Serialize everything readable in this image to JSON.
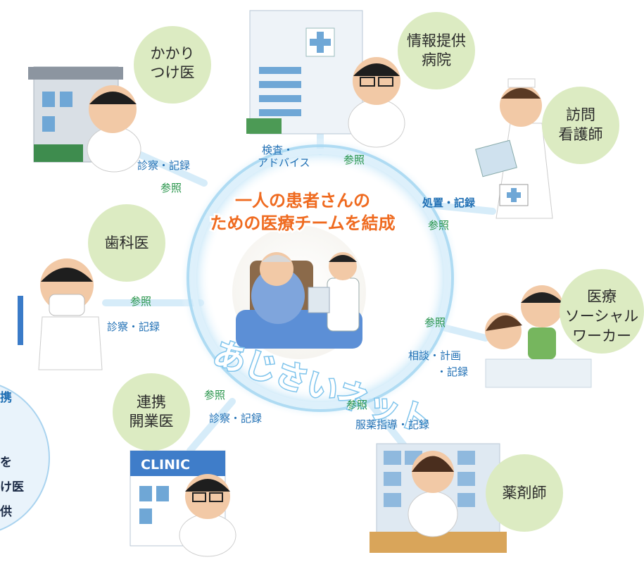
{
  "title_lines": [
    "一人の患者さんの",
    "ための医療チームを結成"
  ],
  "network_name": "あじさいネット",
  "roles": {
    "kakaritsuke": [
      "かかり",
      "つけ医"
    ],
    "joho": [
      "情報提供",
      "病院"
    ],
    "homon": [
      "訪問",
      "看護師"
    ],
    "shika": "歯科医",
    "social": [
      "医療",
      "ソーシャル",
      "ワーカー"
    ],
    "renkei": [
      "連携",
      "開業医"
    ],
    "yakuzai": "薬剤師"
  },
  "labels": {
    "kakaritsuke_action": "診察・記録",
    "kakaritsuke_ref": "参照",
    "joho_action": [
      "検査・",
      "アドバイス"
    ],
    "joho_ref": "参照",
    "homon_action": "処置・記録",
    "homon_ref": "参照",
    "shika_ref": "参照",
    "shika_action": "診察・記録",
    "social_ref": "参照",
    "social_action": [
      "相談・計画",
      "・記録"
    ],
    "renkei_ref": "参照",
    "renkei_action": "診察・記録",
    "yakuzai_ref": "参照",
    "yakuzai_action": "服薬指導・記録"
  },
  "clinic_sign": "CLINIC",
  "left_note": [
    "携",
    "を",
    "け医",
    "供"
  ]
}
